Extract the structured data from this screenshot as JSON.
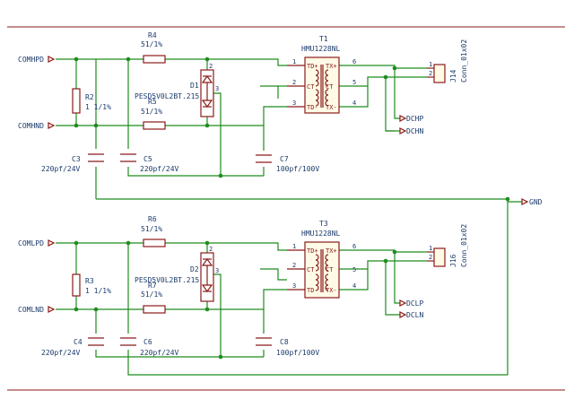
{
  "ports": {
    "comhpd": "COMHPD",
    "comhnd": "COMHND",
    "comlpd": "COMLPD",
    "comlnd": "COMLND",
    "gnd": "GND",
    "dchp": "DCHP",
    "dchn": "DCHN",
    "dclp": "DCLP",
    "dcln": "DCLN"
  },
  "top": {
    "r4": {
      "ref": "R4",
      "value": "51/1%"
    },
    "r5": {
      "ref": "R5",
      "value": "51/1%"
    },
    "r2": {
      "ref": "R2",
      "value": "1 1/1%"
    },
    "d1": {
      "ref": "D1",
      "part": "PESD5V0L2BT.215",
      "pin2": "2",
      "pin3": "3"
    },
    "t1": {
      "ref": "T1",
      "part": "HMU1228NL",
      "pins": [
        "1",
        "2",
        "3",
        "6",
        "5",
        "4"
      ],
      "int": [
        "TD+",
        "CT",
        "TD-",
        "TX+",
        "CT",
        "TX-"
      ]
    },
    "c3": {
      "ref": "C3",
      "value": "220pf/24V"
    },
    "c5": {
      "ref": "C5",
      "value": "220pf/24V"
    },
    "c7": {
      "ref": "C7",
      "value": "100pf/100V"
    },
    "j14": {
      "ref": "J14",
      "part": "Conn_01x02",
      "pins": [
        "1",
        "2"
      ]
    }
  },
  "bottom": {
    "r6": {
      "ref": "R6",
      "value": "51/1%"
    },
    "r7": {
      "ref": "R7",
      "value": "51/1%"
    },
    "r3": {
      "ref": "R3",
      "value": "1 1/1%"
    },
    "d2": {
      "ref": "D2",
      "part": "PESD5V0L2BT.215",
      "pin2": "2",
      "pin3": "3"
    },
    "t3": {
      "ref": "T3",
      "part": "HMU1228NL",
      "pins": [
        "1",
        "2",
        "3",
        "6",
        "5",
        "4"
      ],
      "int": [
        "TD+",
        "CT",
        "TD-",
        "TX+",
        "CT",
        "TX-"
      ]
    },
    "c4": {
      "ref": "C4",
      "value": "220pf/24V"
    },
    "c6": {
      "ref": "C6",
      "value": "220pf/24V"
    },
    "c8": {
      "ref": "C8",
      "value": "100pf/100V"
    },
    "j16": {
      "ref": "J16",
      "part": "Conn_01x02",
      "pins": [
        "1",
        "2"
      ]
    }
  }
}
